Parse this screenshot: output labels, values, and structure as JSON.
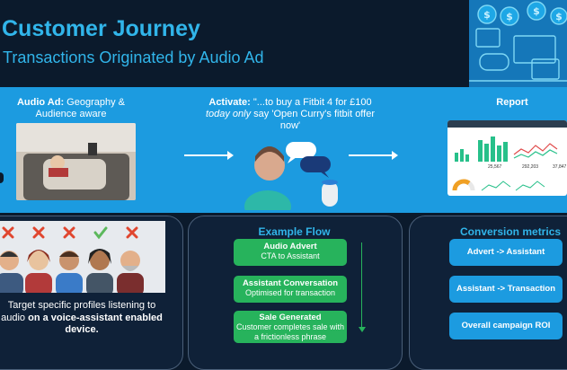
{
  "header": {
    "title": "Customer Journey",
    "subtitle": "Transactions Originated by Audio Ad"
  },
  "band": {
    "audio_ad": {
      "label_bold": "Audio Ad:",
      "label_rest": " Geography & Audience aware"
    },
    "activate": {
      "label_bold": "Activate:",
      "quote_pre": " \"...to buy a Fitbit 4 for £100 ",
      "quote_em": "today only",
      "quote_post": " say 'Open Curry's fitbit offer now'"
    },
    "report": {
      "label": "Report",
      "stats": [
        "25,567",
        "292,203",
        "37,847"
      ]
    }
  },
  "target_panel": {
    "text_pre": "Target specific profiles listening to audio ",
    "text_bold": "on a voice-assistant enabled device."
  },
  "flow_panel": {
    "title": "Example Flow",
    "steps": [
      {
        "title": "Audio Advert",
        "desc": "CTA to Assistant"
      },
      {
        "title": "Assistant Conversation",
        "desc": "Optimised for transaction"
      },
      {
        "title": "Sale Generated",
        "desc": "Customer completes sale with a frictionless phrase"
      }
    ]
  },
  "metrics_panel": {
    "title": "Conversion metrics",
    "items": [
      "Advert -> Assistant",
      "Assistant -> Transaction",
      "Overall campaign ROI"
    ]
  },
  "colors": {
    "accent": "#31b5ea",
    "band": "#1c9be0",
    "green": "#27b35c",
    "background": "#0b1a2c"
  }
}
